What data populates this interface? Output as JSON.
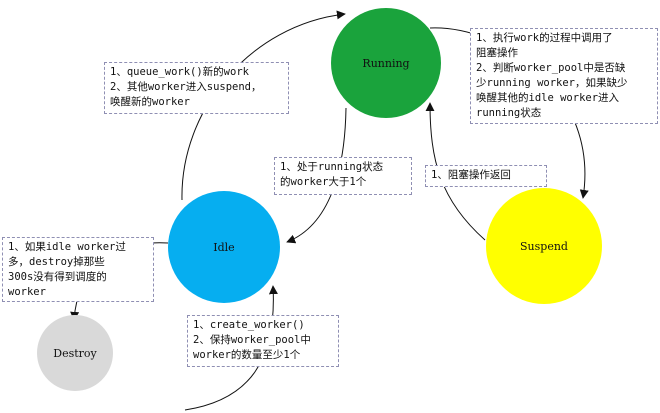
{
  "nodes": {
    "running": {
      "label": "Running",
      "color": "#1aa33c"
    },
    "idle": {
      "label": "Idle",
      "color": "#06aef0"
    },
    "suspend": {
      "label": "Suspend",
      "color": "#ffff00"
    },
    "destroy": {
      "label": "Destroy",
      "color": "#d9d9d9"
    }
  },
  "notes": {
    "idle_to_running": [
      "1、queue_work()新的work",
      "2、其他worker进入suspend，",
      "唤醒新的worker"
    ],
    "running_to_suspend": [
      "1、执行work的过程中调用了",
      "阻塞操作",
      "2、判断worker_pool中是否缺",
      "少running worker，如果缺少",
      "唤醒其他的idle worker进入",
      "running状态"
    ],
    "running_to_idle": [
      "1、处于running状态",
      "的worker大于1个"
    ],
    "suspend_to_running": [
      "1、阻塞操作返回"
    ],
    "idle_to_destroy": [
      "1、如果idle worker过",
      "多，destroy掉那些",
      "300s没有得到调度的",
      "worker"
    ],
    "create": [
      "1、create_worker()",
      "2、保持worker_pool中",
      "worker的数量至少1个"
    ]
  }
}
